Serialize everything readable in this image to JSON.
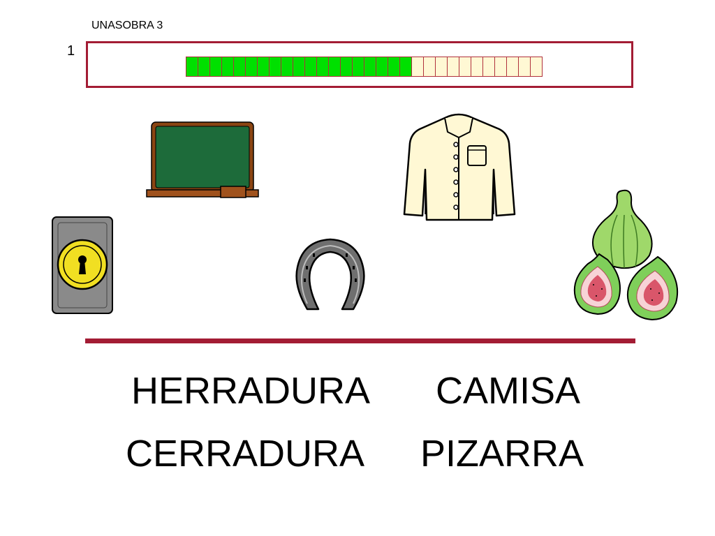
{
  "header": {
    "title": "UNASOBRA 3",
    "slide_number": "1"
  },
  "progress": {
    "total_segments": 30,
    "filled_segments": 19,
    "filled_color": "#00e000",
    "empty_color": "#fff8d4",
    "frame_color": "#a31c34"
  },
  "pictures": [
    {
      "name": "chalkboard-icon"
    },
    {
      "name": "shirt-icon"
    },
    {
      "name": "door-lock-icon"
    },
    {
      "name": "horseshoe-icon"
    },
    {
      "name": "figs-icon"
    }
  ],
  "words": [
    "HERRADURA",
    "CAMISA",
    "CERRADURA",
    "PIZARRA"
  ]
}
